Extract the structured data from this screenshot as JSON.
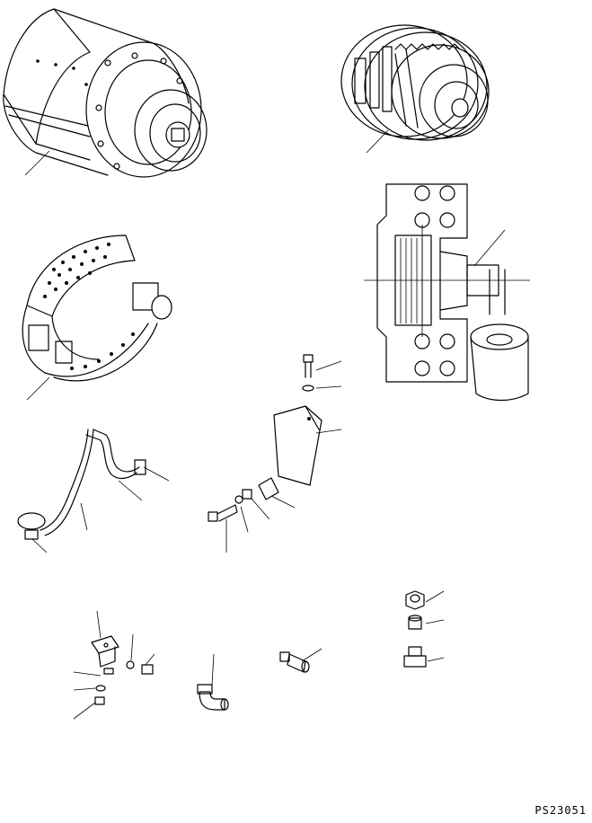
{
  "diagram": {
    "drawing_code": "PS23051",
    "parts": [
      {
        "id": "drum-assembly",
        "kind": "brake drum / hub assembly"
      },
      {
        "id": "disc-pack",
        "kind": "multi-disc brake pack"
      },
      {
        "id": "brake-shoe-band",
        "kind": "brake shoe band"
      },
      {
        "id": "sectional-housing",
        "kind": "sectional brake housing with actuator"
      },
      {
        "id": "bolt",
        "kind": "bolt"
      },
      {
        "id": "washer",
        "kind": "washer"
      },
      {
        "id": "bracket",
        "kind": "mounting bracket"
      },
      {
        "id": "hose-harness",
        "kind": "hose / wire harness"
      },
      {
        "id": "small-clamp",
        "kind": "clamp"
      },
      {
        "id": "elbow-fitting",
        "kind": "elbow fitting"
      },
      {
        "id": "straight-fitting",
        "kind": "straight fitting"
      },
      {
        "id": "nut",
        "kind": "nut"
      },
      {
        "id": "plug",
        "kind": "plug"
      }
    ]
  }
}
